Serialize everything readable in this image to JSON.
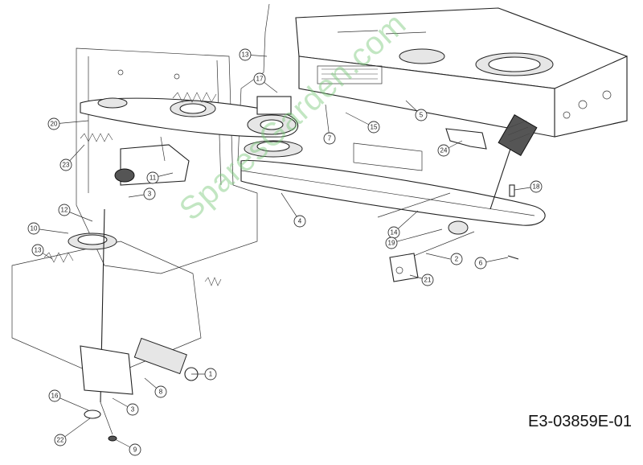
{
  "diagram": {
    "code": "E3-03859E-01",
    "watermark": "SparesGarden.com",
    "callouts": [
      {
        "id": "callout-1",
        "label": "1"
      },
      {
        "id": "callout-2",
        "label": "2"
      },
      {
        "id": "callout-3a",
        "label": "3"
      },
      {
        "id": "callout-3b",
        "label": "3"
      },
      {
        "id": "callout-4",
        "label": "4"
      },
      {
        "id": "callout-5",
        "label": "5"
      },
      {
        "id": "callout-6",
        "label": "6"
      },
      {
        "id": "callout-7",
        "label": "7"
      },
      {
        "id": "callout-8",
        "label": "8"
      },
      {
        "id": "callout-9",
        "label": "9"
      },
      {
        "id": "callout-10",
        "label": "10"
      },
      {
        "id": "callout-11",
        "label": "11"
      },
      {
        "id": "callout-12",
        "label": "12"
      },
      {
        "id": "callout-13a",
        "label": "13"
      },
      {
        "id": "callout-13b",
        "label": "13"
      },
      {
        "id": "callout-14",
        "label": "14"
      },
      {
        "id": "callout-15",
        "label": "15"
      },
      {
        "id": "callout-16",
        "label": "16"
      },
      {
        "id": "callout-17",
        "label": "17"
      },
      {
        "id": "callout-18",
        "label": "18"
      },
      {
        "id": "callout-19",
        "label": "19"
      },
      {
        "id": "callout-20",
        "label": "20"
      },
      {
        "id": "callout-21",
        "label": "21"
      },
      {
        "id": "callout-22",
        "label": "22"
      },
      {
        "id": "callout-23",
        "label": "23"
      },
      {
        "id": "callout-24",
        "label": "24"
      }
    ]
  }
}
